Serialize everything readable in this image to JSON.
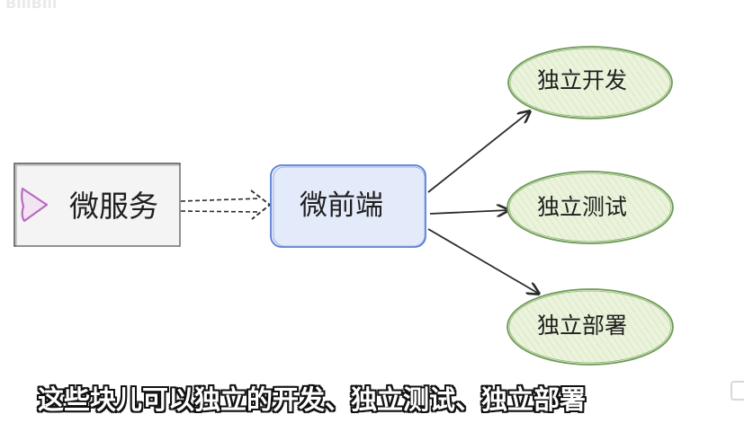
{
  "watermark": "BiliBili",
  "nodes": {
    "micro_service": "微服务",
    "micro_frontend": "微前端",
    "independent_dev": "独立开发",
    "independent_test": "独立测试",
    "independent_deploy": "独立部署"
  },
  "subtitle": "这些块儿可以独立的开发、独立测试、独立部署",
  "colors": {
    "ellipse_fill": "#ebf3dc",
    "ellipse_stroke": "#6e9a58",
    "frontend_fill": "#e4ebfa",
    "frontend_stroke": "#5a7fd2",
    "service_fill": "#f3f3f3",
    "service_stroke": "#505050",
    "play_icon": "#b86bc0"
  }
}
